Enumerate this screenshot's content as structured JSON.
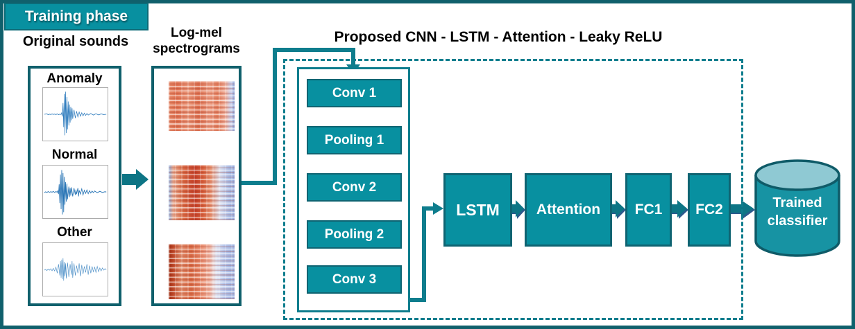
{
  "badge": {
    "label": "Training phase"
  },
  "original_sounds": {
    "title": "Original sounds",
    "items": [
      {
        "label": "Anomaly"
      },
      {
        "label": "Normal"
      },
      {
        "label": "Other"
      }
    ]
  },
  "spectrograms": {
    "title_line1": "Log-mel",
    "title_line2": "spectrograms"
  },
  "pipeline": {
    "title": "Proposed CNN - LSTM - Attention - Leaky ReLU",
    "cnn_layers": [
      "Conv 1",
      "Pooling 1",
      "Conv 2",
      "Pooling 2",
      "Conv 3"
    ],
    "sequence": [
      "LSTM",
      "Attention",
      "FC1",
      "FC2"
    ]
  },
  "output": {
    "label_line1": "Trained",
    "label_line2": "classifier"
  },
  "colors": {
    "teal_fill": "#0890A0",
    "teal_line": "#0E7D8D",
    "frame_dark_teal": "#10606C",
    "arrow_shadow_navy": "#2B5A8C",
    "cylinder_top": "#8FC9D3",
    "waveform_blue": "#2D7BBD"
  }
}
